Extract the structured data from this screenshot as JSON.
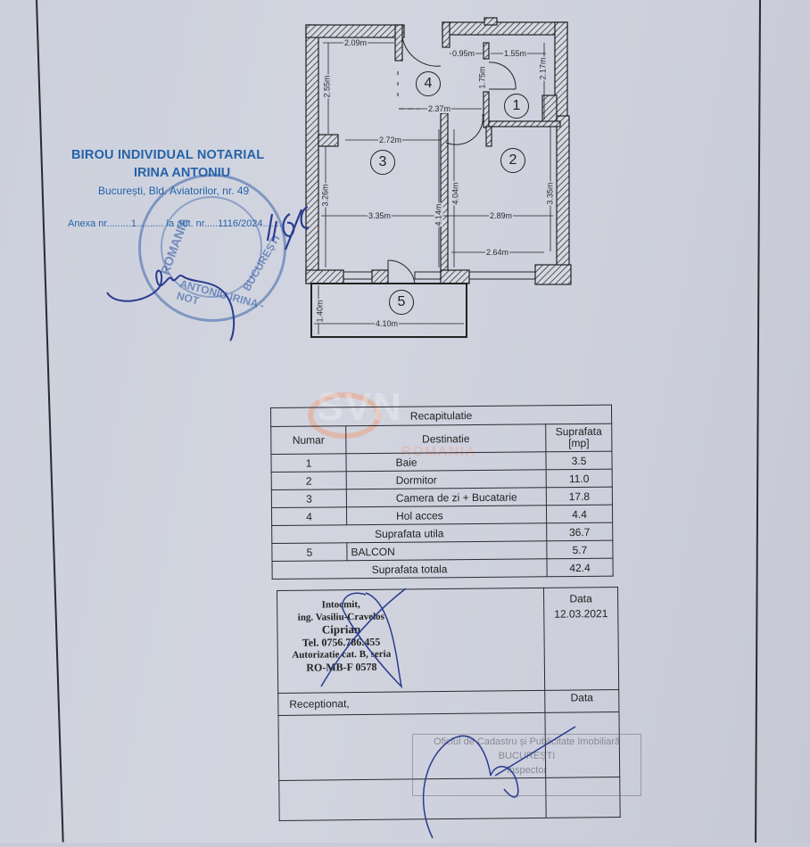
{
  "document": {
    "type": "Floor plan with area summary (Romanian cadastral annex)"
  },
  "floor_plan": {
    "rooms": [
      {
        "number": "1",
        "label": "1"
      },
      {
        "number": "2",
        "label": "2"
      },
      {
        "number": "3",
        "label": "3"
      },
      {
        "number": "4",
        "label": "4"
      },
      {
        "number": "5",
        "label": "5"
      }
    ],
    "dimensions": {
      "d_2_09": "2.09m",
      "d_0_95": "0.95m",
      "d_1_55": "1.55m",
      "d_2_55": "2.55m",
      "d_1_75": "1.75m",
      "d_2_17": "2.17m",
      "d_2_37": "2.37m",
      "d_2_72": "2.72m",
      "d_3_26": "3.26m",
      "d_4_14": "4.14m",
      "d_4_04": "4.04m",
      "d_3_35v": "3.35m",
      "d_3_35h": "3.35m",
      "d_2_89": "2.89m",
      "d_2_64": "2.64m",
      "d_1_40": "1.40m",
      "d_4_10": "4.10m"
    }
  },
  "notary_stamp": {
    "title": "BIROU INDIVIDUAL NOTARIAL",
    "name": "IRINA ANTONIU",
    "address": "București, Bld. Aviatorilor, nr. 49",
    "anexa_line": "Anexa nr.........1.......... la aut. nr.....1116/2024........",
    "seal_top": "ROMANIA",
    "seal_right": "BUCUREȘTI",
    "seal_bottom": "ANTONIU IRINA - NOT"
  },
  "watermark": {
    "main": "SVN",
    "sub": "ROMANIA"
  },
  "recap_table": {
    "title": "Recapitulatie",
    "headers": {
      "numar": "Numar",
      "destinatie": "Destinatie",
      "suprafata": "Suprafata [mp]"
    },
    "rows": [
      {
        "numar": "1",
        "destinatie": "Baie",
        "suprafata": "3.5"
      },
      {
        "numar": "2",
        "destinatie": "Dormitor",
        "suprafata": "11.0"
      },
      {
        "numar": "3",
        "destinatie": "Camera de zi + Bucatarie",
        "suprafata": "17.8"
      },
      {
        "numar": "4",
        "destinatie": "Hol acces",
        "suprafata": "4.4"
      }
    ],
    "suprafata_utila": {
      "label": "Suprafata utila",
      "value": "36.7"
    },
    "balcon": {
      "numar": "5",
      "destinatie": "BALCON",
      "suprafata": "5.7"
    },
    "suprafata_totala": {
      "label": "Suprafata totala",
      "value": "42.4"
    }
  },
  "signature_table": {
    "intocmit": {
      "line1": "Intocmit,",
      "line2": "ing. Vasiliu-Cravelos",
      "line3": "Ciprian",
      "line4": "Tel. 0756.786.455",
      "line5": "Autorizatie cat. B, seria",
      "line6": "RO-MB-F 0578"
    },
    "data_label": "Data",
    "data_value": "12.03.2021",
    "receptionat_label": "Receptionat,",
    "data_label_2": "Data",
    "ocpi_stamp": {
      "line1": "Oficiul de Cadastru și Publicitate Imobiliară",
      "line2": "BUCUREȘTI",
      "line3": "",
      "line4": "Inspector"
    }
  }
}
